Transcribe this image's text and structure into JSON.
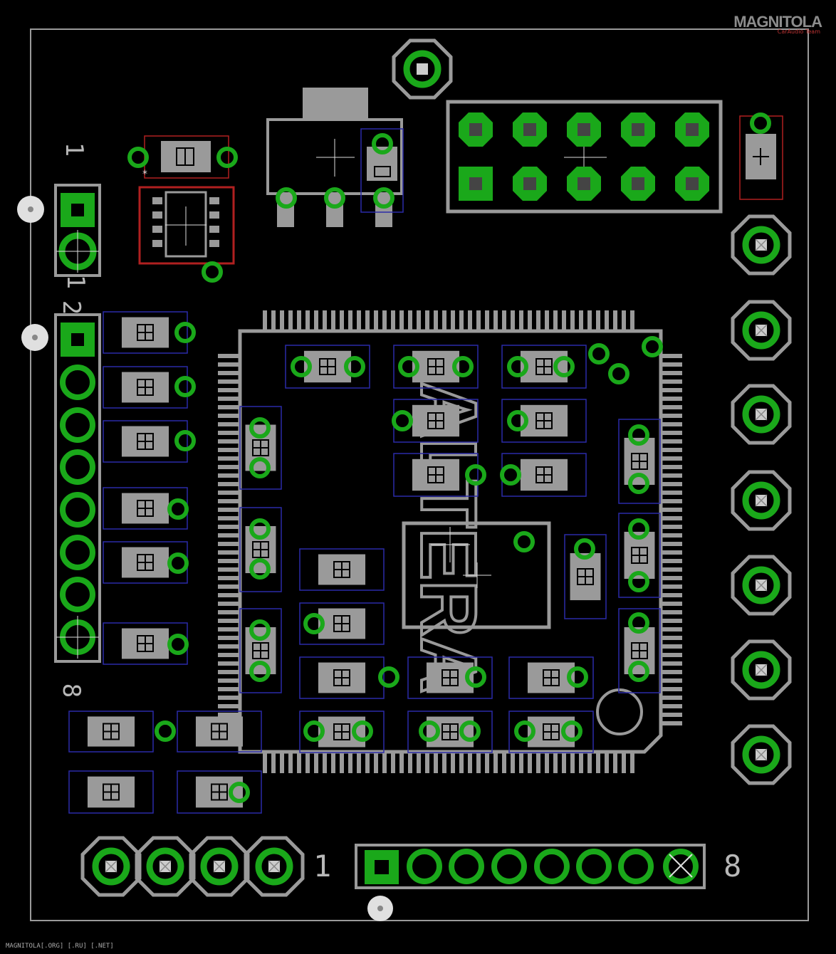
{
  "watermark": {
    "title": "MAGNITOLA",
    "subtitle": "CarAudio Team"
  },
  "footer": "MAGNITOLA[.ORG] [.RU] [.NET]",
  "labels": {
    "j1_pin_first": "1",
    "j1_pin_last": "1",
    "j2_pin_first": "2",
    "j2_pin_last": "8",
    "bottom_header_first": "1",
    "bottom_header_last": "8"
  },
  "logo_text": "ALTERA",
  "colors": {
    "background": "#000000",
    "silkscreen": "#a0a0a0",
    "copper_pad": "#1aa81a",
    "smd_pad": "#9a9a9a",
    "outline_blue": "#2a2aa8",
    "outline_red": "#b02020"
  }
}
